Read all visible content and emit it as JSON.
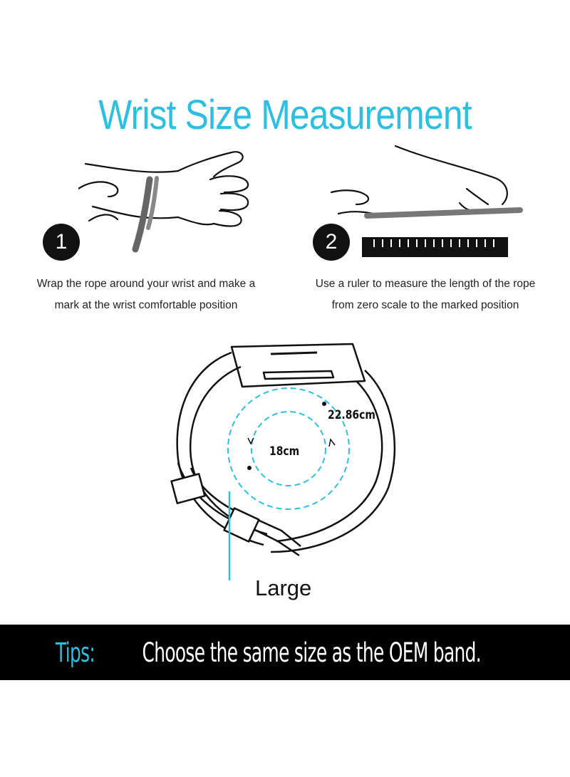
{
  "title": "Wrist Size Measurement",
  "steps": [
    {
      "number": "1",
      "caption_line1": "Wrap the rope around your wrist and make a",
      "caption_line2": "mark at the wrist comfortable position"
    },
    {
      "number": "2",
      "caption_line1": "Use a ruler to measure the length of the rope",
      "caption_line2": "from zero scale to the marked position"
    }
  ],
  "band": {
    "outer_measure": "22.86cm",
    "inner_measure": "18cm",
    "size_label": "Large"
  },
  "tips": {
    "label": "Tips:",
    "text": "Choose the same size as the OEM band."
  },
  "colors": {
    "accent": "#2ebfe0",
    "bar": "#000000"
  }
}
